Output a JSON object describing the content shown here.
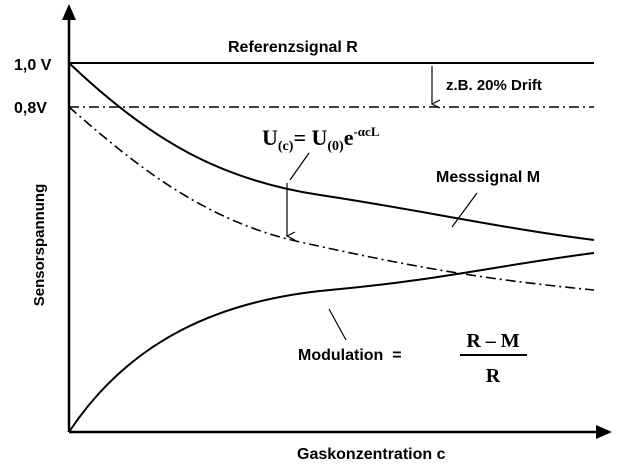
{
  "axes": {
    "y_label": "Sensorspannung",
    "x_label": "Gaskonzentration c",
    "ticks": [
      "1,0 V",
      "0,8V"
    ]
  },
  "labels": {
    "reference": "Referenzsignal R",
    "drift": "z.B. 20% Drift",
    "measurement": "Messsignal M",
    "modulation_text": "Modulation  =",
    "fraction_numerator": "R – M",
    "fraction_denominator": "R"
  },
  "formula": {
    "lhs_main": "U",
    "lhs_sub": "(c)",
    "equals": "= ",
    "rhs_main": "U",
    "rhs_sub": "(0)",
    "rhs_e": "e",
    "rhs_exp": "-αcL"
  }
}
